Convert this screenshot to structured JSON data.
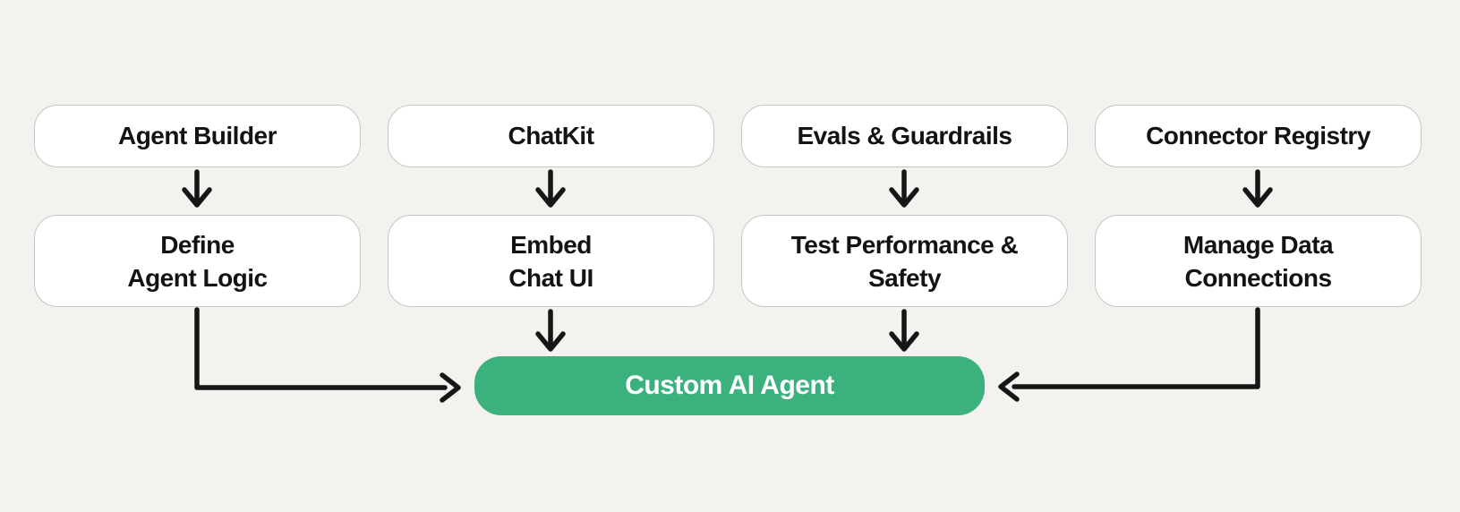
{
  "diagram": {
    "title": "AgentKit tools to Custom AI Agent flow",
    "colors": {
      "background": "#f4f2ef",
      "node_fill": "#ffffff",
      "node_border": "#c8c6c2",
      "node_text": "#131313",
      "arrow": "#161616",
      "result_fill": "#3bb17e",
      "result_text": "#ffffff"
    },
    "columns": [
      {
        "tool": {
          "label": "Agent Builder"
        },
        "action": {
          "line1": "Define",
          "line2": "Agent Logic"
        }
      },
      {
        "tool": {
          "label": "ChatKit"
        },
        "action": {
          "line1": "Embed",
          "line2": "Chat UI"
        }
      },
      {
        "tool": {
          "label": "Evals & Guardrails"
        },
        "action": {
          "line1": "Test Performance &",
          "line2": "Safety"
        }
      },
      {
        "tool": {
          "label": "Connector Registry"
        },
        "action": {
          "line1": "Manage Data",
          "line2": "Connections"
        }
      }
    ],
    "result": {
      "label": "Custom AI Agent"
    }
  }
}
